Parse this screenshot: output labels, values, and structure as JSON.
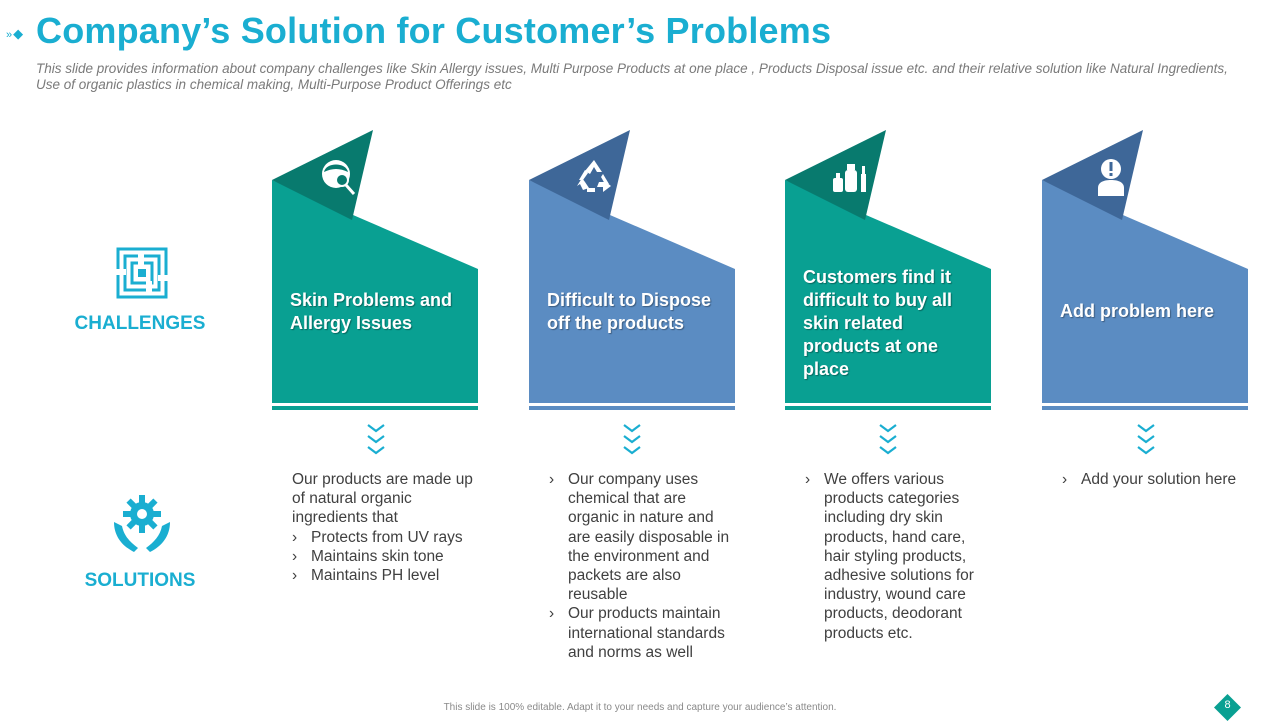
{
  "header": {
    "marker": "»",
    "title": "Company’s Solution for Customer’s Problems",
    "subtitle": "This slide provides information about company challenges like Skin Allergy issues, Multi Purpose Products at one place , Products Disposal issue etc. and their relative solution like Natural Ingredients, Use of organic plastics in chemical making, Multi-Purpose Product Offerings etc"
  },
  "labels": {
    "challenges": "CHALLENGES",
    "solutions": "SOLUTIONS"
  },
  "colors": {
    "teal": "#09a092",
    "teal_dark": "#087a6e",
    "blue": "#5b8cc2",
    "blue_dark": "#3e6798",
    "accent": "#1aaed1"
  },
  "challenges": [
    {
      "icon": "face-allergy-icon",
      "text": "Skin Problems and Allergy Issues"
    },
    {
      "icon": "recycle-icon",
      "text": "Difficult to Dispose off the products"
    },
    {
      "icon": "cosmetics-products-icon",
      "text": "Customers find it difficult to buy all skin related products at one place"
    },
    {
      "icon": "person-alert-icon",
      "text": "Add problem here"
    }
  ],
  "solutions": [
    {
      "intro": "Our products are made up of natural organic ingredients that",
      "bullets": [
        "Protects from UV rays",
        "Maintains skin tone",
        "Maintains PH level"
      ]
    },
    {
      "bullets": [
        "Our company uses chemical that are organic in nature and are easily disposable in the environment and packets are also reusable",
        "Our products maintain international standards and norms as well"
      ]
    },
    {
      "bullets": [
        "We offers various products categories including dry skin products, hand care, hair styling products, adhesive solutions for industry, wound care products, deodorant products etc."
      ]
    },
    {
      "bullets": [
        "Add your solution here"
      ]
    }
  ],
  "footer": {
    "note": "This slide is 100% editable. Adapt it to your needs and capture your audience’s attention.",
    "page_number": "8"
  }
}
